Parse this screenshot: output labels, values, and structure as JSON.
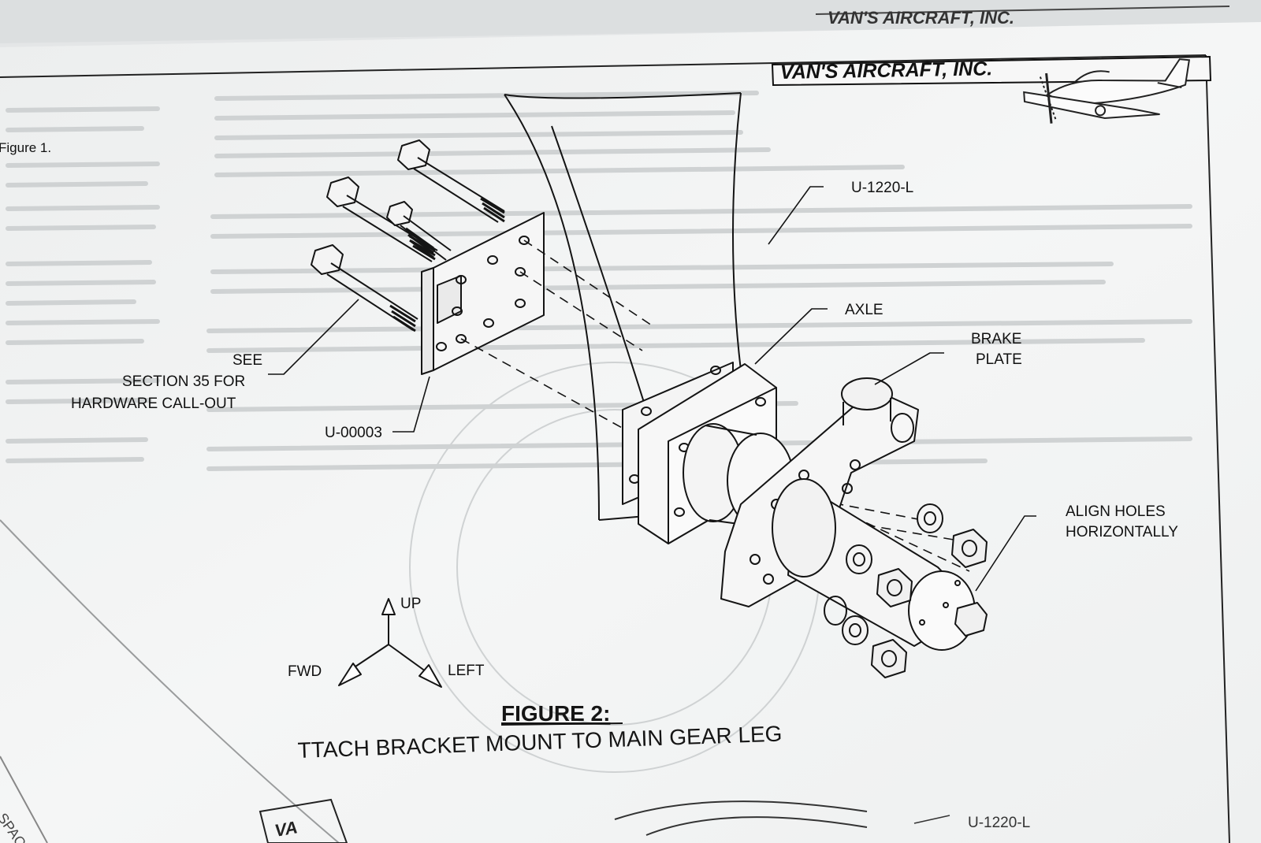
{
  "header": {
    "company": "VAN'S AIRCRAFT, INC.",
    "back_page_company": "VAN'S AIRCRAFT, INC."
  },
  "left_column": {
    "figure_ref": "Figure 1."
  },
  "callouts": {
    "see_line1": "SEE",
    "see_line2": "SECTION 35 FOR",
    "see_line3": "HARDWARE CALL-OUT",
    "u00003": "U-00003",
    "u1220l": "U-1220-L",
    "axle": "AXLE",
    "brake_line1": "BRAKE",
    "brake_line2": "PLATE",
    "align_line1": "ALIGN HOLES",
    "align_line2": "HORIZONTALLY",
    "bottom_u1220l": "U-1220-L"
  },
  "axes": {
    "up": "UP",
    "fwd": "FWD",
    "left": "LEFT"
  },
  "caption": {
    "title": "FIGURE 2:",
    "subtitle": "TTACH BRACKET MOUNT TO MAIN GEAR LEG"
  },
  "colors": {
    "paper": "#f3f4f4",
    "ink": "#141414",
    "faint_text": "#c9cccd"
  },
  "icons": {
    "aircraft": "aircraft-logo-icon"
  }
}
